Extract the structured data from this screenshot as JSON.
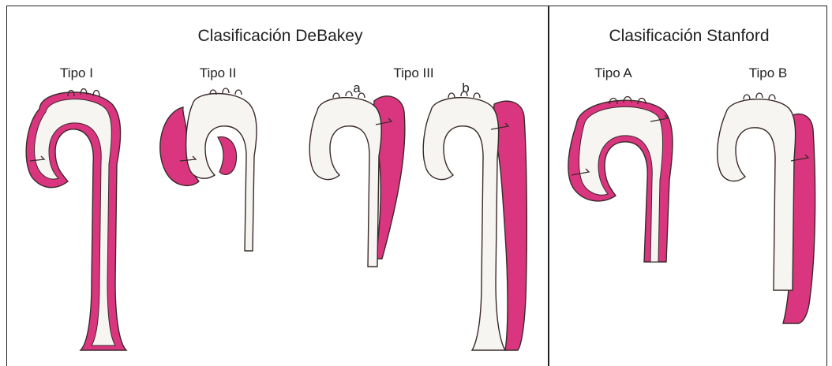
{
  "debakey": {
    "title": "Clasificación DeBakey",
    "types": {
      "type1": "Tipo I",
      "type2": "Tipo II",
      "type3": "Tipo III",
      "sub_a": "a",
      "sub_b": "b"
    }
  },
  "stanford": {
    "title": "Clasificación Stanford",
    "types": {
      "typeA": "Tipo A",
      "typeB": "Tipo B"
    }
  },
  "colors": {
    "dissection": "#d9367f",
    "dissection_light": "#e95a9a",
    "aorta_fill": "#f7f5f1",
    "outline": "#3a2a2a",
    "frame": "#222222"
  }
}
